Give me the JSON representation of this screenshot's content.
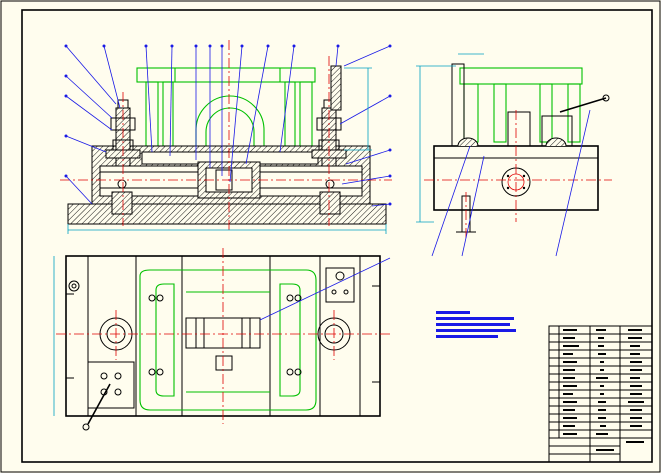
{
  "drawing": {
    "title": "",
    "note_lines": 5,
    "title_block_label": "",
    "colors": {
      "paper": "#fffdee",
      "outline": "#000000",
      "hidden_green": "#00c000",
      "centerline_red": "#e00000",
      "leader_blue": "#1a1ae6",
      "dimension_cyan": "#00a0c0"
    }
  },
  "views": [
    {
      "name": "front-section-view"
    },
    {
      "name": "side-view"
    },
    {
      "name": "top-view"
    }
  ]
}
